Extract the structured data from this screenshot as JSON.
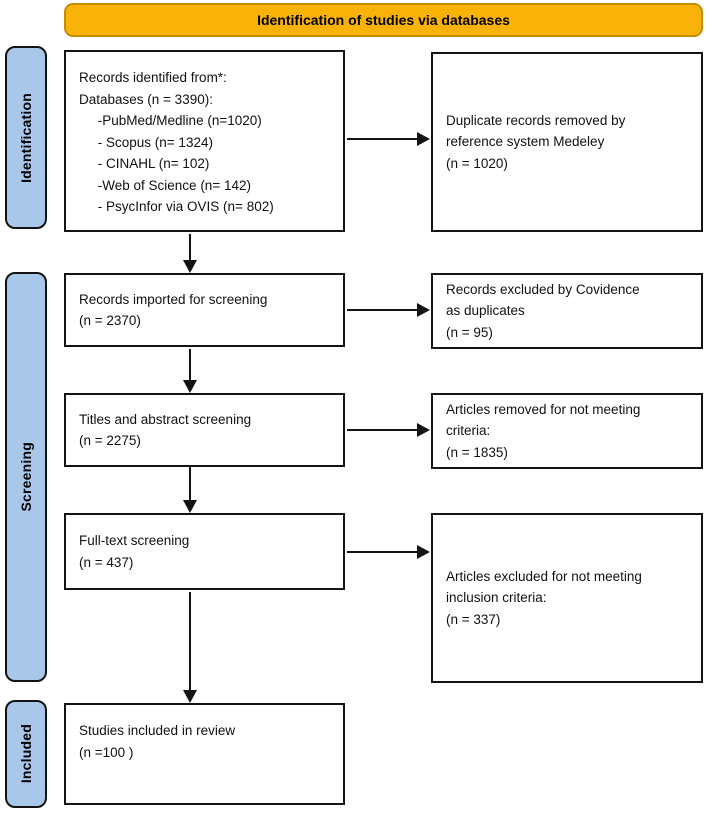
{
  "banner": {
    "title": "Identification of studies via databases"
  },
  "colors": {
    "banner_fill": "#F9B308",
    "banner_border": "#C48E00",
    "tab_fill": "#A9C7E8",
    "line": "#141414"
  },
  "sidebar": {
    "labels": {
      "identification": "Identification",
      "screening": "Screening",
      "included": "Included"
    }
  },
  "flow_boxes": {
    "records_identified": "Records identified from*:\nDatabases (n = 3390):\n     -PubMed/Medline (n=1020)\n     - Scopus (n= 1324)\n     - CINAHL (n= 102)\n     -Web of Science (n= 142)\n     - PsycInfor via OVIS (n= 802)",
    "records_imported": "Records imported for screening\n(n = 2370)",
    "titles_abstract_screening": "Titles and abstract screening\n(n = 2275)",
    "full_text_screening": "Full-text screening\n(n = 437)",
    "studies_included": "Studies included in review\n(n =100 )"
  },
  "exclusion_boxes": {
    "duplicates_removed": "Duplicate records removed by\nreference system Medeley\n(n = 1020)",
    "covidence_duplicates": "Records excluded by Covidence\nas duplicates\n(n = 95)",
    "removed_not_meeting_criteria": "Articles removed for not meeting\ncriteria:\n(n = 1835)",
    "excluded_inclusion_criteria": "Articles excluded for not meeting\ninclusion criteria:\n(n = 337)"
  }
}
